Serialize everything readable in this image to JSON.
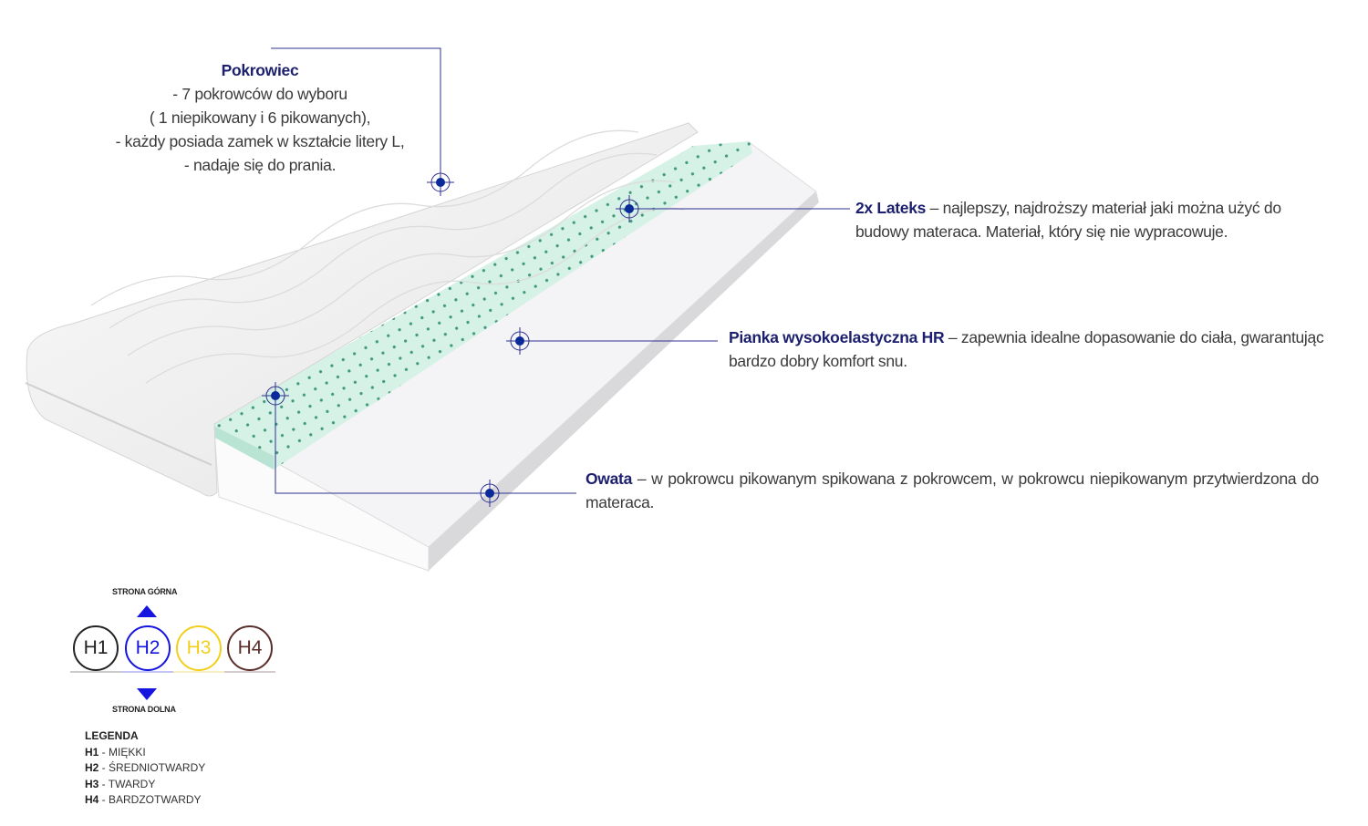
{
  "callouts": {
    "cover": {
      "title": "Pokrowiec",
      "lines": [
        "- 7 pokrowców do wyboru",
        "( 1 niepikowany i 6 pikowanych),",
        "-  każdy posiada zamek w kształcie litery L,",
        "- nadaje się do prania."
      ]
    },
    "latex": {
      "title": "2x Lateks",
      "text": " – najlepszy, najdroższy materiał jaki można użyć do budowy materaca. Materiał, który się nie wypracowuje."
    },
    "hr_foam": {
      "title": "Pianka wysokoelastyczna HR",
      "text": " – zapewnia idealne dopasowanie do ciała, gwarantując bardzo dobry komfort snu."
    },
    "wadding": {
      "title": "Owata",
      "text": " – w pokrowcu pikowanym spikowana z pokrowcem, w pokrowcu niepikowanym przytwierdzona do materaca."
    }
  },
  "hardness": {
    "top_label": "STRONA GÓRNA",
    "bottom_label": "STRONA DOLNA",
    "levels": [
      {
        "label": "H1",
        "color": "#222222"
      },
      {
        "label": "H2",
        "color": "#1515e0"
      },
      {
        "label": "H3",
        "color": "#f2cf1c"
      },
      {
        "label": "H4",
        "color": "#5a2e2a"
      }
    ],
    "legend_title": "LEGENDA",
    "legend": [
      {
        "key": "H1",
        "value": " - MIĘKKI"
      },
      {
        "key": "H2",
        "value": " - ŚREDNIOTWARDY"
      },
      {
        "key": "H3",
        "value": " - TWARDY"
      },
      {
        "key": "H4",
        "value": " - BARDZOTWARDY"
      }
    ]
  },
  "colors": {
    "accent": "#1c1f6e",
    "marker": "#0a2a9a",
    "latex": "#bfe8da"
  }
}
